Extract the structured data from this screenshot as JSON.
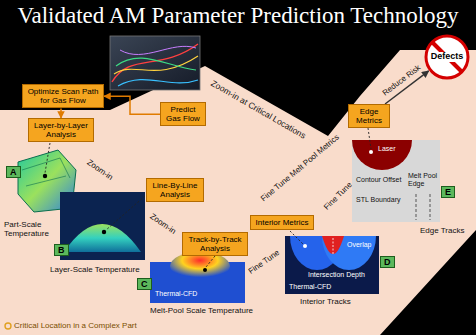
{
  "diagram": {
    "title": "Validated AM Parameter Prediction Technology",
    "nodes": [
      {
        "text": [
          "Optimize Scan Path for Gas Flow"
        ]
      },
      {
        "text": [
          "Predict Gas Flow"
        ]
      },
      {
        "text": [
          "Layer-by-Layer Analysis"
        ]
      },
      {
        "text": [
          "Edge Metrics"
        ]
      },
      {
        "text": [
          "Defects"
        ]
      },
      {
        "text": [
          "Line-By-Line Analysis"
        ]
      },
      {
        "text": [
          "Interior Metrics"
        ]
      },
      {
        "text": [
          "Track-by-Track Analysis"
        ]
      }
    ],
    "edges": [
      {
        "from": 1,
        "to": 0,
        "arrow": "to"
      },
      {
        "from": 0,
        "to": 2,
        "arrow": "to"
      },
      {
        "from": 3,
        "to": 4,
        "label": "Reduce Risk",
        "arrow": "to"
      }
    ],
    "labels": [
      "Zoom-in at Critical Locations",
      "Fine Tune Melt Pool Metrics",
      "A",
      "Zoom-in",
      "B",
      "Zoom-in",
      "C",
      "Fine Tune",
      "D",
      "Fine Tune",
      "E",
      "Part-Scale Temperature",
      "Layer-Scale Temperature",
      "Melt-Pool Scale Temperature",
      "Interior Tracks",
      "Edge Tracks",
      "Thermal-CFD",
      "Thermal-CFD",
      "Overlap",
      "Intersection Depth",
      "Laser",
      "Contour Offset",
      "STL Boundary",
      "Melt Pool Edge",
      "Critical Location in a Complex Part"
    ]
  }
}
